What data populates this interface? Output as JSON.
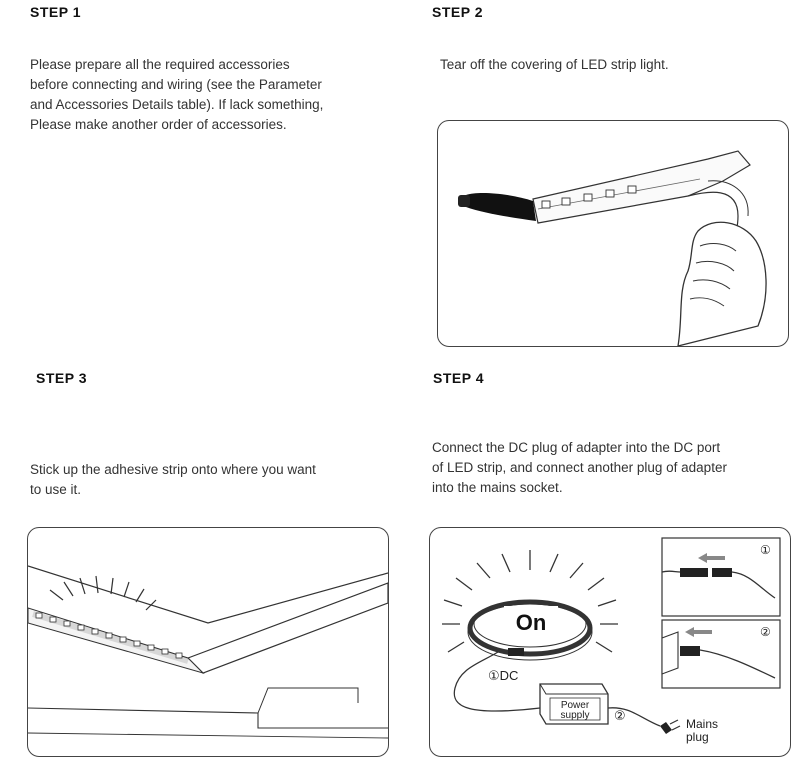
{
  "steps": [
    {
      "title": "STEP 1",
      "text": "Please prepare all the required accessories\nbefore connecting and wiring (see the Parameter\nand Accessories Details table). If lack something,\nPlease make another order of accessories."
    },
    {
      "title": "STEP 2",
      "text": "Tear off the covering of LED strip light."
    },
    {
      "title": "STEP 3",
      "text": "Stick up the adhesive strip onto where you want\nto use it."
    },
    {
      "title": "STEP 4",
      "text": "Connect the DC plug of adapter into the DC port\nof LED strip, and connect another plug of adapter\ninto the mains socket."
    }
  ],
  "diagram": {
    "on_label": "On",
    "dc_label": "①DC",
    "power_label_1": "Power",
    "power_label_2": "supply",
    "num2": "②",
    "mains_1": "Mains",
    "mains_2": "plug",
    "inset1_num": "①",
    "inset2_num": "②"
  }
}
